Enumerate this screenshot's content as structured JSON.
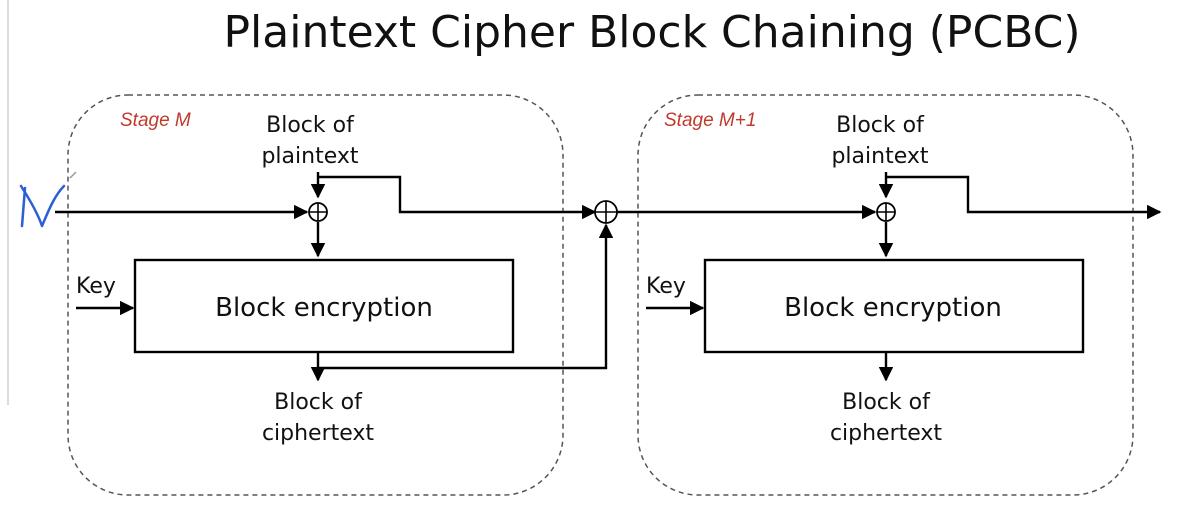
{
  "title": "Plaintext Cipher Block Chaining (PCBC)",
  "stages": [
    {
      "stage_label": "Stage M",
      "plaintext_label": [
        "Block of",
        "plaintext"
      ],
      "key_label": "Key",
      "encryption_label": "Block encryption",
      "ciphertext_label": [
        "Block of",
        "ciphertext"
      ]
    },
    {
      "stage_label": "Stage M+1",
      "plaintext_label": [
        "Block of",
        "plaintext"
      ],
      "key_label": "Key",
      "encryption_label": "Block encryption",
      "ciphertext_label": [
        "Block of",
        "ciphertext"
      ]
    }
  ],
  "handwritten_annotation": "IV",
  "colors": {
    "stage_label": "#c0392b",
    "annotation": "#2a5fd6"
  }
}
